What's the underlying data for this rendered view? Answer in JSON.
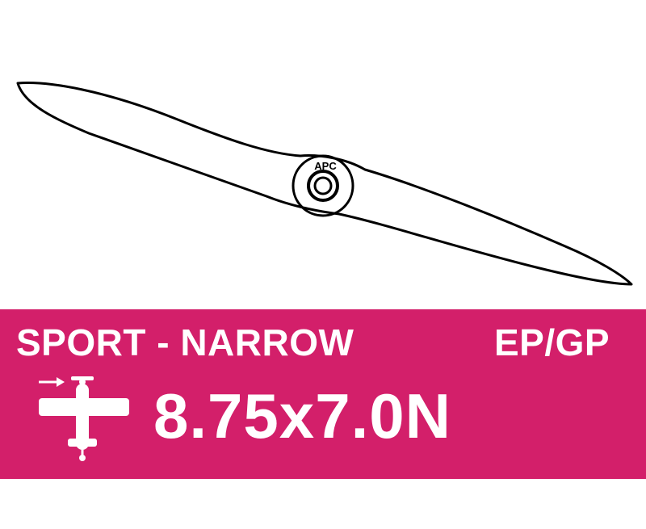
{
  "product": {
    "brand_mark": "APC",
    "category": "SPORT - NARROW",
    "type": "EP/GP",
    "size": "8.75x7.0N",
    "banner_color": "#d31f6a"
  },
  "icons": {
    "propeller": "propeller-outline-icon",
    "airplane": "airplane-tractor-icon"
  }
}
